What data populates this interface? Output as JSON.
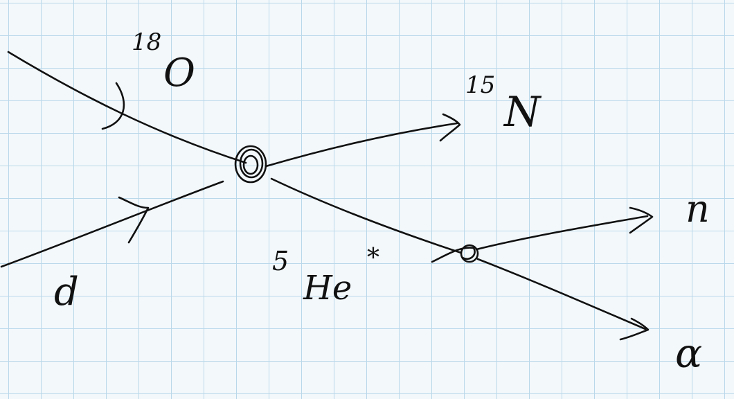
{
  "diagram": {
    "beam": {
      "mass_number": "18",
      "symbol": "O"
    },
    "target": {
      "symbol": "d"
    },
    "ejectile": {
      "mass_number": "15",
      "symbol": "N"
    },
    "intermediate": {
      "mass_number": "5",
      "symbol": "He",
      "superscript": "*"
    },
    "decay_products": [
      {
        "symbol": "n"
      },
      {
        "symbol": "α"
      }
    ]
  },
  "colors": {
    "ink": "#111111",
    "grid": "#b9d8ea",
    "paper": "#f3f8fb"
  }
}
